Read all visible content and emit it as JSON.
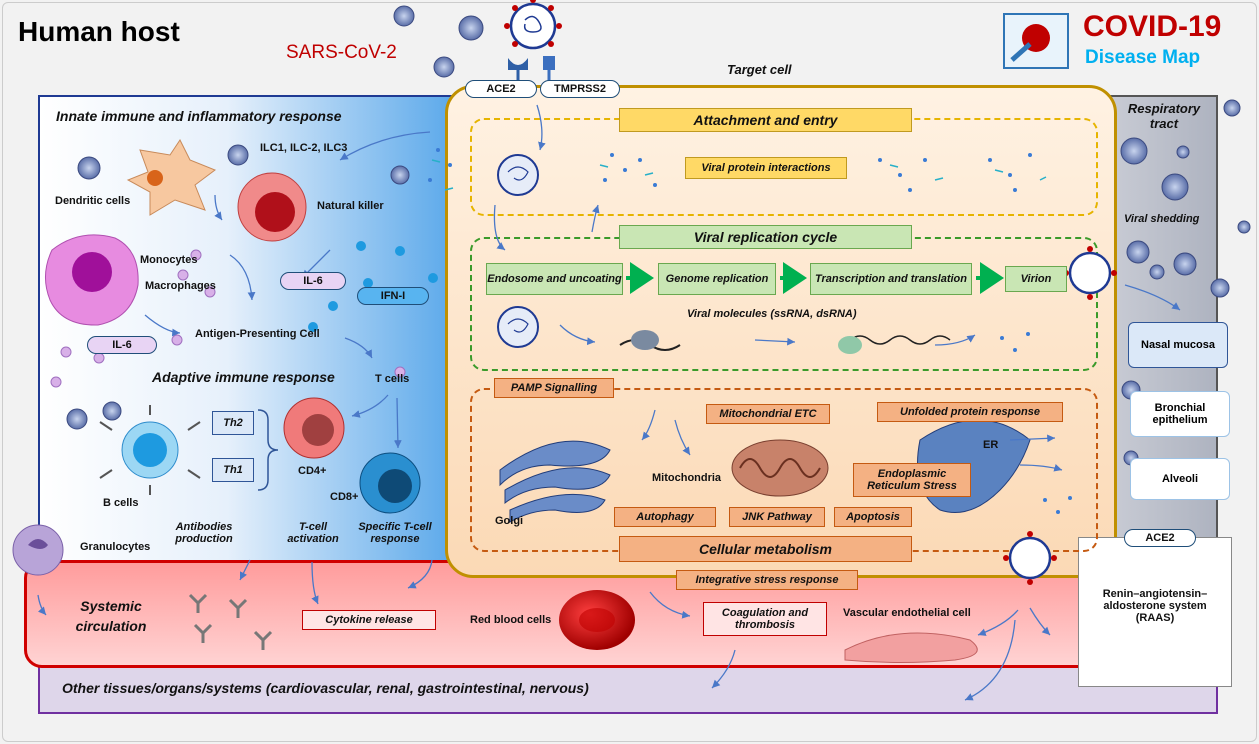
{
  "header": {
    "title": "Human host",
    "virus_label": "SARS-CoV-2",
    "logo_title": "COVID-19",
    "logo_subtitle": "Disease Map",
    "target_cell": "Target cell"
  },
  "receptors": {
    "ace2": "ACE2",
    "tmprss2": "TMPRSS2"
  },
  "immune": {
    "innate_title": "Innate immune and inflammatory response",
    "ilc": "ILC1, ILC-2, ILC3",
    "dendritic": "Dendritic cells",
    "nk": "Natural killer",
    "monocytes": "Monocytes",
    "macrophages": "Macrophages",
    "il6_a": "IL-6",
    "il6_b": "IL-6",
    "ifn": "IFN-I",
    "apc": "Antigen-Presenting Cell",
    "adaptive_title": "Adaptive immune response",
    "tcells": "T cells",
    "th2": "Th2",
    "th1": "Th1",
    "cd4": "CD4+",
    "cd8": "CD8+",
    "bcells": "B cells",
    "granulocytes": "Granulocytes",
    "antibodies": "Antibodies production",
    "tcell_activation": "T-cell activation",
    "specific_tcell": "Specific T-cell response"
  },
  "target": {
    "attachment": "Attachment and entry",
    "viral_protein": "Viral protein interactions",
    "replication": "Viral replication cycle",
    "endosome": "Endosome and uncoating",
    "genome": "Genome replication",
    "transcription": "Transcription and translation",
    "virion": "Virion",
    "viral_molecules": "Viral  molecules (ssRNA, dsRNA)",
    "pamp": "PAMP Signalling",
    "mito_etc": "Mitochondrial ETC",
    "upr": "Unfolded protein response",
    "er": "ER",
    "ers": "Endoplasmic Reticulum Stress",
    "golgi": "Golgi",
    "mitochondria": "Mitochondria",
    "autophagy": "Autophagy",
    "jnk": "JNK Pathway",
    "apoptosis": "Apoptosis",
    "metabolism": "Cellular metabolism",
    "isr": "Integrative stress response"
  },
  "respiratory": {
    "title": "Respiratory tract",
    "shedding": "Viral shedding",
    "nasal": "Nasal mucosa",
    "bronchial": "Bronchial epithelium",
    "alveoli": "Alveoli",
    "ace2": "ACE2",
    "raas": "Renin–angiotensin–aldosterone system (RAAS)"
  },
  "circulation": {
    "systemic": "Systemic circulation",
    "cytokine": "Cytokine release",
    "rbc": "Red blood cells",
    "coag": "Coagulation and thrombosis",
    "vascular": "Vascular endothelial cell",
    "other": "Other tissues/organs/systems (cardiovascular, renal, gastrointestinal, nervous)"
  },
  "colors": {
    "title_red": "#c00000",
    "logo_blue": "#00b0f0",
    "orange_fill": "#fbd9b5",
    "blue_panel": "#1f3a93"
  }
}
